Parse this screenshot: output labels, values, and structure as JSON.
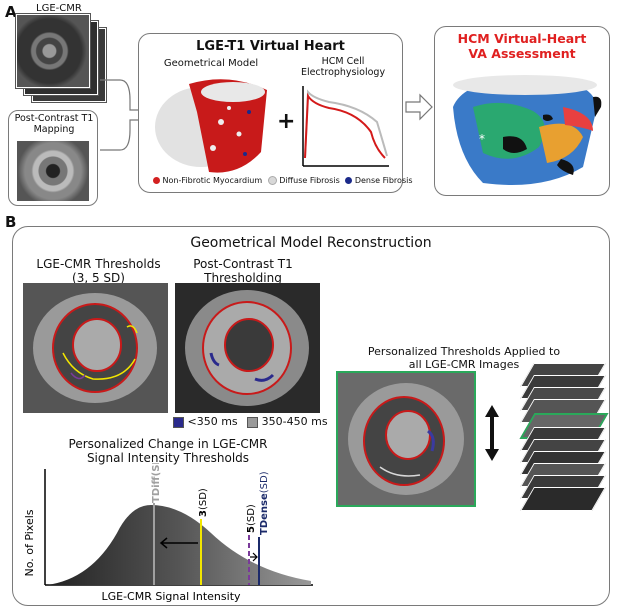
{
  "panel_a": {
    "letter": "A",
    "lge_cmr_label": "LGE-CMR",
    "post_contrast_label": "Post-Contrast T1 Mapping",
    "virtual_heart_title": "LGE-T1 Virtual Heart",
    "geometrical_model_label": "Geometrical Model",
    "plus_sign": "+",
    "cell_ep_label": "HCM Cell Electrophysiology",
    "legend": [
      {
        "label": "Non-Fibrotic Myocardium",
        "color": "#d32020"
      },
      {
        "label": "Diffuse Fibrosis",
        "color": "#d8d8d8"
      },
      {
        "label": "Dense Fibrosis",
        "color": "#1b2a8a"
      }
    ],
    "va_title_line1": "HCM Virtual-Heart",
    "va_title_line2": "VA Assessment",
    "va_title_color": "#e02020",
    "star": "*"
  },
  "panel_b": {
    "letter": "B",
    "title": "Geometrical Model Reconstruction",
    "lge_thresholds_line1": "LGE-CMR Thresholds",
    "lge_thresholds_line2": "(3, 5 SD)",
    "post_contrast_line1": "Post-Contrast T1",
    "post_contrast_line2": "Thresholding",
    "legend_dark": "<350 ms",
    "legend_gray": "350-450 ms",
    "legend_dark_color": "#2a2a8c",
    "legend_gray_color": "#9a9a9a",
    "personalized_change_line1": "Personalized Change in LGE-CMR",
    "personalized_change_line2": "Signal Intensity Thresholds",
    "applied_line1": "Personalized Thresholds Applied to",
    "applied_line2": "all LGE-CMR Images",
    "ylabel": "No. of Pixels",
    "xlabel": "LGE-CMR Signal Intensity",
    "line_tdiff": "TDiff",
    "line_tdiff_sd": "(SD)",
    "line_3": "3",
    "line_3_sd": "(SD)",
    "line_5": "5",
    "line_5_sd": "(SD)",
    "line_tdense": "TDense",
    "line_tdense_sd": "(SD)",
    "colors": {
      "tdiff": "#a0a0a0",
      "three": "#f2e600",
      "five": "#7a3a9a",
      "tdense": "#1b2a6a"
    }
  }
}
